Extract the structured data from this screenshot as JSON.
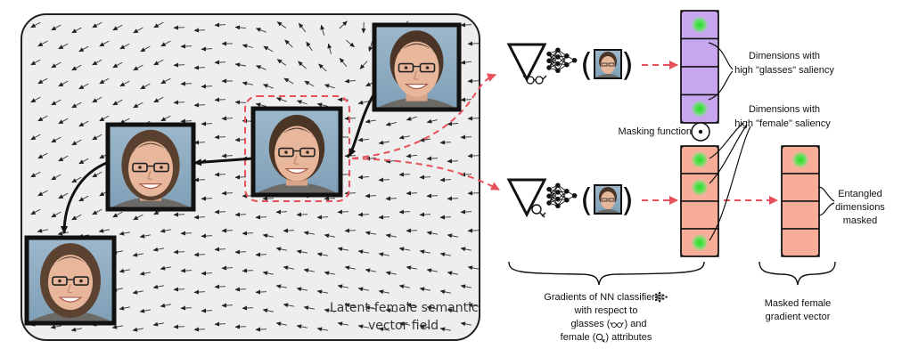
{
  "colors": {
    "field_bg": "#eeeeee",
    "field_border": "#222222",
    "arrow_dashed": "#e8505b",
    "glasses_vector": "#c7a6ee",
    "female_vector": "#f7ad98",
    "saliency_dot": "#2bdc2b",
    "frame": "#111111"
  },
  "icons": {
    "gradient": "nabla-icon",
    "glasses": "glasses-icon",
    "female": "female-icon",
    "classifier": "neural-network-icon",
    "masking": "odot-icon"
  },
  "labels": {
    "field_caption_1": "Latent-female semantic",
    "field_caption_2": "vector field",
    "glasses_saliency_1": "Dimensions with",
    "glasses_saliency_2": "high \"glasses\" saliency",
    "female_saliency_1": "Dimensions with",
    "female_saliency_2": "high \"female\" saliency",
    "masking_function": "Masking function",
    "entangled_1": "Entangled",
    "entangled_2": "dimensions",
    "entangled_3": "masked",
    "gradients_1": "Gradients of NN classifier",
    "gradients_2": "with respect to",
    "gradients_3": "glasses (",
    "gradients_3b": ") and",
    "gradients_4": "female (",
    "gradients_4b": ") attributes",
    "masked_1": "Masked female",
    "masked_2": "gradient vector"
  },
  "vectors": {
    "glasses_cells": [
      true,
      false,
      false,
      true
    ],
    "female_cells": [
      true,
      true,
      false,
      true
    ],
    "masked_cells": [
      true,
      false,
      false,
      false
    ]
  }
}
